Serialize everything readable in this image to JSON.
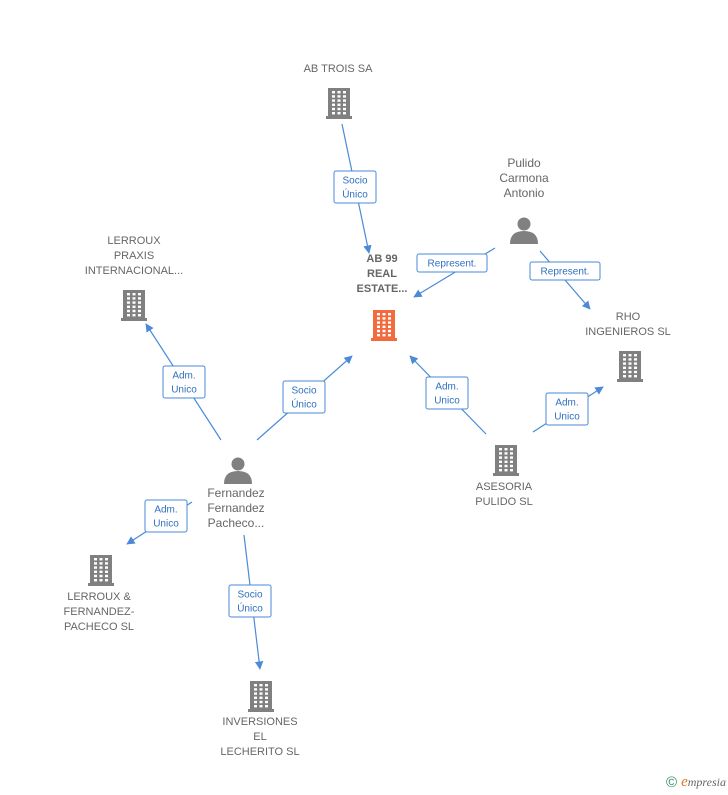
{
  "nodes": [
    {
      "id": "ab99",
      "type": "company",
      "highlight": true,
      "lines": [
        "AB 99",
        "REAL",
        "ESTATE..."
      ]
    },
    {
      "id": "abtrois",
      "type": "company",
      "lines": [
        "AB TROIS SA"
      ]
    },
    {
      "id": "pulido",
      "type": "person",
      "lines": [
        "Pulido",
        "Carmona",
        "Antonio"
      ]
    },
    {
      "id": "lerroux_praxis",
      "type": "company",
      "lines": [
        "LERROUX",
        "PRAXIS",
        "INTERNACIONAL..."
      ]
    },
    {
      "id": "rho",
      "type": "company",
      "lines": [
        "RHO",
        "INGENIEROS SL"
      ]
    },
    {
      "id": "fernandez",
      "type": "person",
      "lines": [
        "Fernandez",
        "Fernandez",
        "Pacheco..."
      ]
    },
    {
      "id": "asesoria",
      "type": "company",
      "lines": [
        "ASESORIA",
        "PULIDO SL"
      ]
    },
    {
      "id": "lerroux_fp",
      "type": "company",
      "lines": [
        "LERROUX &",
        "FERNANDEZ-",
        "PACHECO SL"
      ]
    },
    {
      "id": "inversiones",
      "type": "company",
      "lines": [
        "INVERSIONES",
        "EL",
        "LECHERITO SL"
      ]
    }
  ],
  "edges": [
    {
      "from": "abtrois",
      "to": "ab99",
      "lines": [
        "Socio",
        "Único"
      ]
    },
    {
      "from": "pulido",
      "to": "ab99",
      "lines": [
        "Represent."
      ]
    },
    {
      "from": "pulido",
      "to": "rho",
      "lines": [
        "Represent."
      ]
    },
    {
      "from": "fernandez",
      "to": "lerroux_praxis",
      "lines": [
        "Adm.",
        "Unico"
      ]
    },
    {
      "from": "fernandez",
      "to": "ab99",
      "lines": [
        "Socio",
        "Único"
      ]
    },
    {
      "from": "asesoria",
      "to": "ab99",
      "lines": [
        "Adm.",
        "Unico"
      ]
    },
    {
      "from": "asesoria",
      "to": "rho",
      "lines": [
        "Adm.",
        "Unico"
      ]
    },
    {
      "from": "fernandez",
      "to": "lerroux_fp",
      "lines": [
        "Adm.",
        "Unico"
      ]
    },
    {
      "from": "fernandez",
      "to": "inversiones",
      "lines": [
        "Socio",
        "Único"
      ]
    }
  ],
  "colors": {
    "company": "#808080",
    "highlight": "#f26a3d",
    "person": "#808080",
    "edge": "#4a8ad8"
  },
  "footer": {
    "copyright": "©",
    "brand_initial": "e",
    "brand_rest": "mpresia"
  }
}
